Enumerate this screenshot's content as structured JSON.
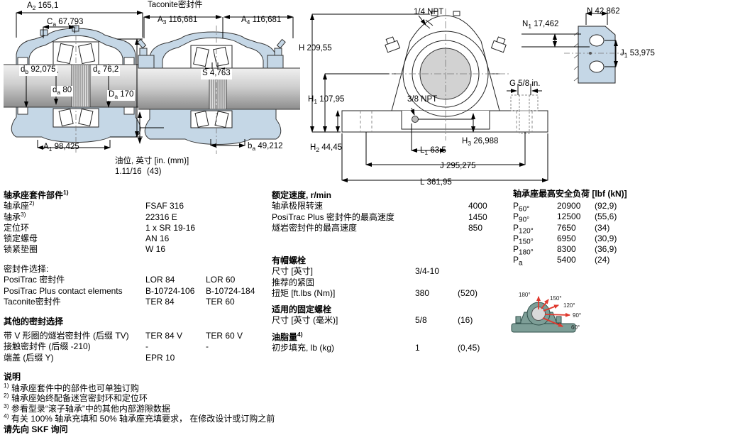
{
  "colors": {
    "housing_fill": "#c5d7e6",
    "bore_fill": "#d2d2d2",
    "sleeve_fill": "#dcdcdc",
    "diagram_housing": "#7d9e97",
    "diagram_arrow": "#e0392e"
  },
  "dims": {
    "sectional": {
      "A2": {
        "sym": "A",
        "sub": "2",
        "val": "165,1"
      },
      "Ca": {
        "sym": "C",
        "sub": "a",
        "val": "67,793"
      },
      "db": {
        "sym": "d",
        "sub": "b",
        "val": "92,075"
      },
      "dc": {
        "sym": "d",
        "sub": "c",
        "val": "76,2"
      },
      "da": {
        "sym": "d",
        "sub": "a",
        "val": "80"
      },
      "Da": {
        "sym": "D",
        "sub": "a",
        "val": "170"
      },
      "A1": {
        "sym": "A",
        "sub": "1",
        "val": "98,425"
      }
    },
    "taconite": {
      "title": "Taconite密封件",
      "A3": {
        "sym": "A",
        "sub": "3",
        "val": "116,681"
      },
      "A4": {
        "sym": "A",
        "sub": "4",
        "val": "116,681"
      },
      "S": {
        "sym": "S",
        "sub": "",
        "val": "4,763"
      },
      "ba": {
        "sym": "b",
        "sub": "a",
        "val": "49,212"
      },
      "oil_label": "油位, 英寸 [in. (mm)]",
      "oil_val": "1.11/16",
      "oil_val_mm": "(43)"
    },
    "front": {
      "npt_top": "1/4 NPT",
      "npt_side": "3/8 NPT",
      "G": {
        "sym": "G",
        "sub": "",
        "val": "5/8 in."
      },
      "H": {
        "sym": "H",
        "sub": "",
        "val": "209,55"
      },
      "H1": {
        "sym": "H",
        "sub": "1",
        "val": "107,95"
      },
      "H2": {
        "sym": "H",
        "sub": "2",
        "val": "44,45"
      },
      "H3": {
        "sym": "H",
        "sub": "3",
        "val": "26,988"
      },
      "L1": {
        "sym": "L",
        "sub": "1",
        "val": "63,5"
      },
      "J": {
        "sym": "J",
        "sub": "",
        "val": "295,275"
      },
      "L": {
        "sym": "L",
        "sub": "",
        "val": "361,95"
      }
    },
    "side": {
      "N": {
        "sym": "N",
        "sub": "",
        "val": "42,862"
      },
      "N1": {
        "sym": "N",
        "sub": "1",
        "val": "17,462"
      },
      "J1": {
        "sym": "J",
        "sub": "1",
        "val": "53,975"
      }
    }
  },
  "left": {
    "parts": {
      "title": "轴承座套件部件",
      "title_sup": "1)",
      "rows": [
        {
          "label": "轴承座",
          "sup": "2)",
          "val": "FSAF 316"
        },
        {
          "label": "轴承",
          "sup": "3)",
          "val": "22316 E"
        },
        {
          "label": "定位环",
          "sup": "",
          "val": "1 x SR 19-16"
        },
        {
          "label": "锁定螺母",
          "sup": "",
          "val": "AN 16"
        },
        {
          "label": "锁紧垫圈",
          "sup": "",
          "val": "W 16"
        }
      ]
    },
    "seals": {
      "title": "密封件选择:",
      "rows": [
        {
          "label": "PosiTrac 密封件",
          "v1": "LOR 84",
          "v2": "LOR 60"
        },
        {
          "label": "PosiTrac Plus contact elements",
          "v1": "B-10724-106",
          "v2": "B-10724-184"
        },
        {
          "label": "Taconite密封件",
          "v1": "TER 84",
          "v2": "TER 60"
        }
      ]
    },
    "other_seals": {
      "title": "其他的密封选择",
      "rows": [
        {
          "label": "带 V 形圈的燧岩密封件 (后缀 TV)",
          "v1": "TER 84 V",
          "v2": "TER 60 V"
        },
        {
          "label": "接触密封件 (后缀 -210)",
          "v1": "-",
          "v2": "-"
        },
        {
          "label": "端盖 (后缀 Y)",
          "v1": "EPR 10",
          "v2": ""
        }
      ]
    },
    "notes": {
      "title": "说明",
      "items": [
        {
          "sup": "1)",
          "text": "轴承座套件中的部件也可单独订购"
        },
        {
          "sup": "2)",
          "text": "轴承座始终配备迷宫密封环和定位环"
        },
        {
          "sup": "3)",
          "text": "参看型录“滚子轴承”中的其他内部游隙数据"
        },
        {
          "sup": "4)",
          "text": "有关 100% 轴承充填和 50% 轴承座充填要求， 在修改设计或订购之前"
        }
      ],
      "footer": "请先向 SKF 询问"
    }
  },
  "middle": {
    "speeds": {
      "title": "额定速度, r/min",
      "rows": [
        {
          "label": "轴承极限转速",
          "val": "4000"
        },
        {
          "label": "PosiTrac Plus 密封件的最高速度",
          "val": "1450"
        },
        {
          "label": "燧岩密封件的最高速度",
          "val": "850"
        }
      ]
    },
    "cap_bolts": {
      "title": "有帽螺栓",
      "rows": [
        {
          "label": "尺寸 [英寸]",
          "v1": "3/4-10",
          "v2": ""
        },
        {
          "label": "推荐的紧固",
          "v1": "",
          "v2": ""
        },
        {
          "label": "扭矩 [ft.lbs (Nm)]",
          "v1": "380",
          "v2": "(520)"
        }
      ]
    },
    "attach_bolts": {
      "title": "适用的固定螺栓",
      "rows": [
        {
          "label": "尺寸 [英寸 (毫米)]",
          "v1": "5/8",
          "v2": "(16)"
        }
      ]
    },
    "grease": {
      "title": "油脂量",
      "title_sup": "4)",
      "rows": [
        {
          "label": "初步填充, lb (kg)",
          "v1": "1",
          "v2": "(0,45)"
        }
      ]
    }
  },
  "right": {
    "loads": {
      "title": "轴承座最高安全负荷 [lbf (kN)]",
      "rows": [
        {
          "sym": "P",
          "sub": "60°",
          "v1": "20900",
          "v2": "(92,9)"
        },
        {
          "sym": "P",
          "sub": "90°",
          "v1": "12500",
          "v2": "(55,6)"
        },
        {
          "sym": "P",
          "sub": "120°",
          "v1": "7650",
          "v2": "(34)"
        },
        {
          "sym": "P",
          "sub": "150°",
          "v1": "6950",
          "v2": "(30,9)"
        },
        {
          "sym": "P",
          "sub": "180°",
          "v1": "8300",
          "v2": "(36,9)"
        },
        {
          "sym": "P",
          "sub": "a",
          "v1": "5400",
          "v2": "(24)"
        }
      ]
    },
    "angle_diagram": {
      "labels": [
        "180°",
        "150°",
        "120°",
        "90°",
        "60°"
      ]
    }
  }
}
